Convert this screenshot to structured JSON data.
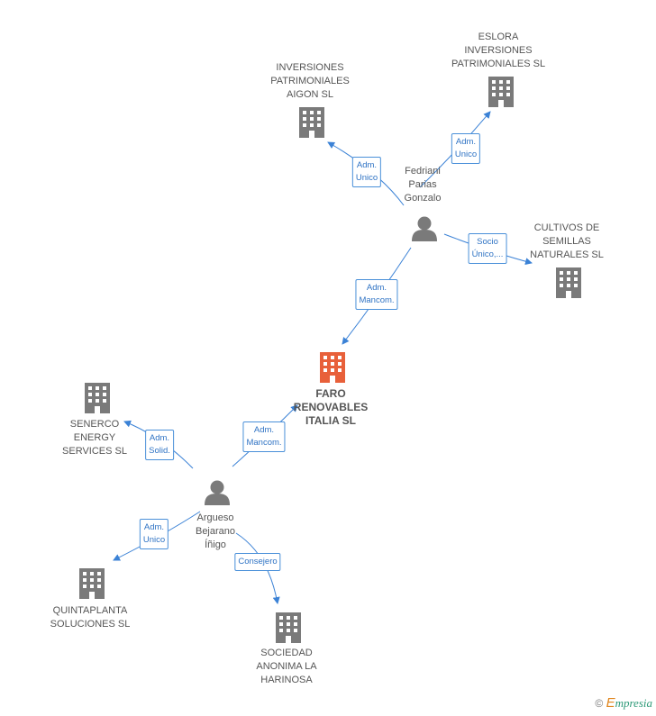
{
  "colors": {
    "edge": "#3b82d6",
    "building": "#7a7a7a",
    "building_focus": "#e8603a",
    "person": "#7a7a7a"
  },
  "nodes": {
    "faro": "FARO\nRENOVABLES\nITALIA SL",
    "fedriani": "Fedriani\nParias\nGonzalo",
    "argueso": "Argueso\nBejarano\nÍñigo",
    "aigon": "INVERSIONES\nPATRIMONIALES\nAIGON SL",
    "eslora": "ESLORA\nINVERSIONES\nPATRIMONIALES SL",
    "cultivos": "CULTIVOS DE\nSEMILLAS\nNATURALES  SL",
    "senerco": "SENERCO\nENERGY\nSERVICES  SL",
    "quintaplanta": "QUINTAPLANTA\nSOLUCIONES SL",
    "harinosa": "SOCIEDAD\nANONIMA LA\nHARINOSA"
  },
  "edges": {
    "fedriani_aigon": "Adm.\nUnico",
    "fedriani_eslora": "Adm.\nUnico",
    "fedriani_cultivos": "Socio\nÚnico,...",
    "fedriani_faro": "Adm.\nMancom.",
    "argueso_faro": "Adm.\nMancom.",
    "argueso_senerco": "Adm.\nSolid.",
    "argueso_quintaplanta": "Adm.\nUnico",
    "argueso_harinosa": "Consejero"
  },
  "footer": {
    "copyright": "©",
    "brand_e": "E",
    "brand": "mpresia"
  }
}
